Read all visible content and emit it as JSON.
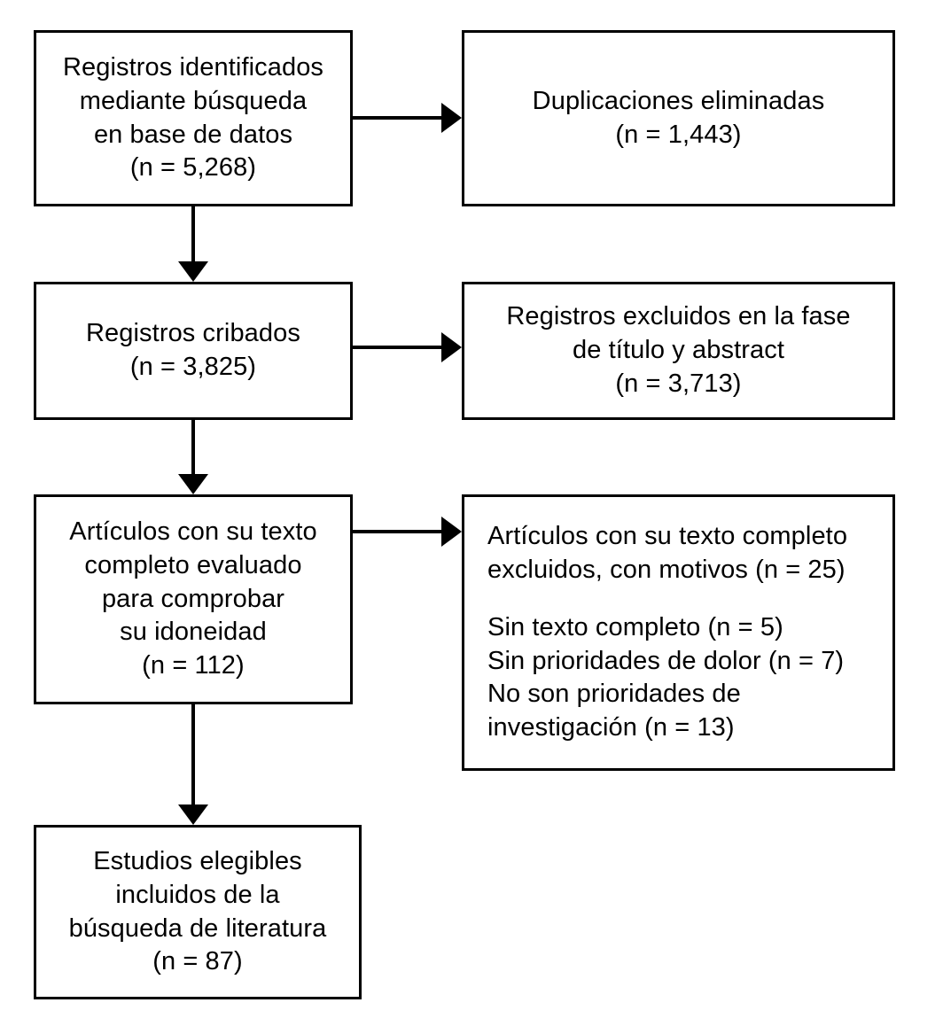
{
  "diagram": {
    "type": "prisma-flow-diagram",
    "language": "es",
    "stroke_color": "#000000",
    "background_color": "#ffffff",
    "nodes": [
      {
        "id": "identification",
        "align": "center",
        "lines": [
          "Registros identificados",
          "mediante búsqueda",
          "en base de datos",
          "(n = 5,268)"
        ]
      },
      {
        "id": "duplicates-removed",
        "align": "center",
        "lines": [
          "Duplicaciones eliminadas",
          "(n = 1,443)"
        ]
      },
      {
        "id": "screened",
        "align": "center",
        "lines": [
          "Registros cribados",
          "(n = 3,825)"
        ]
      },
      {
        "id": "screened-excluded",
        "align": "center",
        "lines": [
          "Registros excluidos en la fase",
          "de título y abstract",
          "(n = 3,713)"
        ]
      },
      {
        "id": "fulltext-assessed",
        "align": "center",
        "lines": [
          "Artículos con su texto",
          "completo evaluado",
          "para comprobar",
          "su idoneidad",
          "(n = 112)"
        ]
      },
      {
        "id": "fulltext-excluded",
        "align": "left",
        "lines": [
          "Artículos con su texto completo",
          "excluidos, con motivos (n = 25)",
          "",
          "Sin texto completo (n = 5)",
          "Sin prioridades de dolor (n = 7)",
          "No son prioridades de",
          "investigación (n = 13)"
        ]
      },
      {
        "id": "included",
        "align": "center",
        "lines": [
          "Estudios elegibles",
          "incluidos de la",
          "búsqueda de literatura",
          "(n = 87)"
        ]
      }
    ],
    "edges": [
      {
        "id": "identification-to-duplicates",
        "direction": "right"
      },
      {
        "id": "identification-to-screened",
        "direction": "down"
      },
      {
        "id": "screened-to-screened-excluded",
        "direction": "right"
      },
      {
        "id": "screened-to-fulltext",
        "direction": "down"
      },
      {
        "id": "fulltext-to-fulltext-excluded",
        "direction": "right"
      },
      {
        "id": "fulltext-to-included",
        "direction": "down"
      }
    ]
  }
}
